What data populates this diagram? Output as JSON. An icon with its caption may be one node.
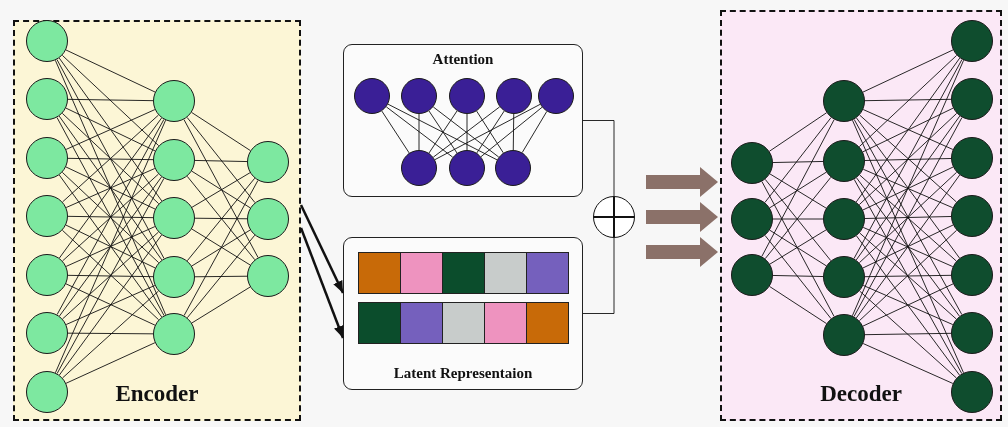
{
  "diagram": {
    "nodes": [
      {
        "text": [
          "Encoder"
        ]
      },
      {
        "text": [],
        "shape": "circle",
        "in": 0
      },
      {
        "text": [],
        "shape": "circle",
        "in": 0
      },
      {
        "text": [],
        "shape": "circle",
        "in": 0
      },
      {
        "text": [],
        "shape": "circle",
        "in": 0
      },
      {
        "text": [],
        "shape": "circle",
        "in": 0
      },
      {
        "text": [],
        "shape": "circle",
        "in": 0
      },
      {
        "text": [],
        "shape": "circle",
        "in": 0
      },
      {
        "text": [],
        "shape": "circle",
        "in": 0
      },
      {
        "text": [],
        "shape": "circle",
        "in": 0
      },
      {
        "text": [],
        "shape": "circle",
        "in": 0
      },
      {
        "text": [],
        "shape": "circle",
        "in": 0
      },
      {
        "text": [],
        "shape": "circle",
        "in": 0
      },
      {
        "text": [],
        "shape": "circle",
        "in": 0
      },
      {
        "text": [],
        "shape": "circle",
        "in": 0
      },
      {
        "text": [],
        "shape": "circle",
        "in": 0
      },
      {
        "text": [
          "Attention"
        ]
      },
      {
        "text": [],
        "shape": "circle",
        "in": 16
      },
      {
        "text": [],
        "shape": "circle",
        "in": 16
      },
      {
        "text": [],
        "shape": "circle",
        "in": 16
      },
      {
        "text": [],
        "shape": "circle",
        "in": 16
      },
      {
        "text": [],
        "shape": "circle",
        "in": 16
      },
      {
        "text": [],
        "shape": "circle",
        "in": 16
      },
      {
        "text": [],
        "shape": "circle",
        "in": 16
      },
      {
        "text": [],
        "shape": "circle",
        "in": 16
      },
      {
        "text": [
          "Latent Representaion"
        ]
      },
      {
        "text": [],
        "shape": "circle"
      },
      {
        "text": [
          "Decoder"
        ]
      },
      {
        "text": [],
        "shape": "circle",
        "in": 27
      },
      {
        "text": [],
        "shape": "circle",
        "in": 27
      },
      {
        "text": [],
        "shape": "circle",
        "in": 27
      },
      {
        "text": [],
        "shape": "circle",
        "in": 27
      },
      {
        "text": [],
        "shape": "circle",
        "in": 27
      },
      {
        "text": [],
        "shape": "circle",
        "in": 27
      },
      {
        "text": [],
        "shape": "circle",
        "in": 27
      },
      {
        "text": [],
        "shape": "circle",
        "in": 27
      },
      {
        "text": [],
        "shape": "circle",
        "in": 27
      },
      {
        "text": [],
        "shape": "circle",
        "in": 27
      },
      {
        "text": [],
        "shape": "circle",
        "in": 27
      },
      {
        "text": [],
        "shape": "circle",
        "in": 27
      },
      {
        "text": [],
        "shape": "circle",
        "in": 27
      },
      {
        "text": [],
        "shape": "circle",
        "in": 27
      },
      {
        "text": [],
        "shape": "circle",
        "in": 27
      }
    ],
    "edges": [
      {
        "from": 1,
        "to": 8,
        "arrow": "none"
      },
      {
        "from": 1,
        "to": 9,
        "arrow": "none"
      },
      {
        "from": 1,
        "to": 10,
        "arrow": "none"
      },
      {
        "from": 1,
        "to": 11,
        "arrow": "none"
      },
      {
        "from": 1,
        "to": 12,
        "arrow": "none"
      },
      {
        "from": 2,
        "to": 8,
        "arrow": "none"
      },
      {
        "from": 2,
        "to": 9,
        "arrow": "none"
      },
      {
        "from": 2,
        "to": 10,
        "arrow": "none"
      },
      {
        "from": 2,
        "to": 11,
        "arrow": "none"
      },
      {
        "from": 2,
        "to": 12,
        "arrow": "none"
      },
      {
        "from": 3,
        "to": 8,
        "arrow": "none"
      },
      {
        "from": 3,
        "to": 9,
        "arrow": "none"
      },
      {
        "from": 3,
        "to": 10,
        "arrow": "none"
      },
      {
        "from": 3,
        "to": 11,
        "arrow": "none"
      },
      {
        "from": 3,
        "to": 12,
        "arrow": "none"
      },
      {
        "from": 4,
        "to": 8,
        "arrow": "none"
      },
      {
        "from": 4,
        "to": 9,
        "arrow": "none"
      },
      {
        "from": 4,
        "to": 10,
        "arrow": "none"
      },
      {
        "from": 4,
        "to": 11,
        "arrow": "none"
      },
      {
        "from": 4,
        "to": 12,
        "arrow": "none"
      },
      {
        "from": 5,
        "to": 8,
        "arrow": "none"
      },
      {
        "from": 5,
        "to": 9,
        "arrow": "none"
      },
      {
        "from": 5,
        "to": 10,
        "arrow": "none"
      },
      {
        "from": 5,
        "to": 11,
        "arrow": "none"
      },
      {
        "from": 5,
        "to": 12,
        "arrow": "none"
      },
      {
        "from": 6,
        "to": 8,
        "arrow": "none"
      },
      {
        "from": 6,
        "to": 9,
        "arrow": "none"
      },
      {
        "from": 6,
        "to": 10,
        "arrow": "none"
      },
      {
        "from": 6,
        "to": 11,
        "arrow": "none"
      },
      {
        "from": 6,
        "to": 12,
        "arrow": "none"
      },
      {
        "from": 7,
        "to": 8,
        "arrow": "none"
      },
      {
        "from": 7,
        "to": 9,
        "arrow": "none"
      },
      {
        "from": 7,
        "to": 10,
        "arrow": "none"
      },
      {
        "from": 7,
        "to": 11,
        "arrow": "none"
      },
      {
        "from": 7,
        "to": 12,
        "arrow": "none"
      },
      {
        "from": 8,
        "to": 13,
        "arrow": "none"
      },
      {
        "from": 8,
        "to": 14,
        "arrow": "none"
      },
      {
        "from": 8,
        "to": 15,
        "arrow": "none"
      },
      {
        "from": 9,
        "to": 13,
        "arrow": "none"
      },
      {
        "from": 9,
        "to": 14,
        "arrow": "none"
      },
      {
        "from": 9,
        "to": 15,
        "arrow": "none"
      },
      {
        "from": 10,
        "to": 13,
        "arrow": "none"
      },
      {
        "from": 10,
        "to": 14,
        "arrow": "none"
      },
      {
        "from": 10,
        "to": 15,
        "arrow": "none"
      },
      {
        "from": 11,
        "to": 13,
        "arrow": "none"
      },
      {
        "from": 11,
        "to": 14,
        "arrow": "none"
      },
      {
        "from": 11,
        "to": 15,
        "arrow": "none"
      },
      {
        "from": 12,
        "to": 13,
        "arrow": "none"
      },
      {
        "from": 12,
        "to": 14,
        "arrow": "none"
      },
      {
        "from": 12,
        "to": 15,
        "arrow": "none"
      },
      {
        "from": 17,
        "to": 22,
        "arrow": "none"
      },
      {
        "from": 17,
        "to": 23,
        "arrow": "none"
      },
      {
        "from": 17,
        "to": 24,
        "arrow": "none"
      },
      {
        "from": 18,
        "to": 22,
        "arrow": "none"
      },
      {
        "from": 18,
        "to": 23,
        "arrow": "none"
      },
      {
        "from": 18,
        "to": 24,
        "arrow": "none"
      },
      {
        "from": 19,
        "to": 22,
        "arrow": "none"
      },
      {
        "from": 19,
        "to": 23,
        "arrow": "none"
      },
      {
        "from": 19,
        "to": 24,
        "arrow": "none"
      },
      {
        "from": 20,
        "to": 22,
        "arrow": "none"
      },
      {
        "from": 20,
        "to": 23,
        "arrow": "none"
      },
      {
        "from": 20,
        "to": 24,
        "arrow": "none"
      },
      {
        "from": 21,
        "to": 22,
        "arrow": "none"
      },
      {
        "from": 21,
        "to": 23,
        "arrow": "none"
      },
      {
        "from": 21,
        "to": 24,
        "arrow": "none"
      },
      {
        "from": 0,
        "to": 25,
        "arrow": "to",
        "style": "thick"
      },
      {
        "from": 0,
        "to": 25,
        "arrow": "to",
        "style": "thick"
      },
      {
        "from": 16,
        "to": 26,
        "arrow": "none"
      },
      {
        "from": 25,
        "to": 26,
        "arrow": "none"
      },
      {
        "from": null,
        "to": 27,
        "arrow": "to",
        "style": "thick",
        "color": "#8b7169"
      },
      {
        "from": 26,
        "to": 27,
        "arrow": "to",
        "style": "thick",
        "color": "#8b7169"
      },
      {
        "from": null,
        "to": 27,
        "arrow": "to",
        "style": "thick",
        "color": "#8b7169"
      },
      {
        "from": 28,
        "to": 31,
        "arrow": "none"
      },
      {
        "from": 28,
        "to": 32,
        "arrow": "none"
      },
      {
        "from": 28,
        "to": 33,
        "arrow": "none"
      },
      {
        "from": 28,
        "to": 34,
        "arrow": "none"
      },
      {
        "from": 28,
        "to": 35,
        "arrow": "none"
      },
      {
        "from": 29,
        "to": 31,
        "arrow": "none"
      },
      {
        "from": 29,
        "to": 32,
        "arrow": "none"
      },
      {
        "from": 29,
        "to": 33,
        "arrow": "none"
      },
      {
        "from": 29,
        "to": 34,
        "arrow": "none"
      },
      {
        "from": 29,
        "to": 35,
        "arrow": "none"
      },
      {
        "from": 30,
        "to": 31,
        "arrow": "none"
      },
      {
        "from": 30,
        "to": 32,
        "arrow": "none"
      },
      {
        "from": 30,
        "to": 33,
        "arrow": "none"
      },
      {
        "from": 30,
        "to": 34,
        "arrow": "none"
      },
      {
        "from": 30,
        "to": 35,
        "arrow": "none"
      },
      {
        "from": 31,
        "to": 36,
        "arrow": "none"
      },
      {
        "from": 31,
        "to": 37,
        "arrow": "none"
      },
      {
        "from": 31,
        "to": 38,
        "arrow": "none"
      },
      {
        "from": 31,
        "to": 39,
        "arrow": "none"
      },
      {
        "from": 31,
        "to": 40,
        "arrow": "none"
      },
      {
        "from": 31,
        "to": 41,
        "arrow": "none"
      },
      {
        "from": 31,
        "to": 42,
        "arrow": "none"
      },
      {
        "from": 32,
        "to": 36,
        "arrow": "none"
      },
      {
        "from": 32,
        "to": 37,
        "arrow": "none"
      },
      {
        "from": 32,
        "to": 38,
        "arrow": "none"
      },
      {
        "from": 32,
        "to": 39,
        "arrow": "none"
      },
      {
        "from": 32,
        "to": 40,
        "arrow": "none"
      },
      {
        "from": 32,
        "to": 41,
        "arrow": "none"
      },
      {
        "from": 32,
        "to": 42,
        "arrow": "none"
      },
      {
        "from": 33,
        "to": 36,
        "arrow": "none"
      },
      {
        "from": 33,
        "to": 37,
        "arrow": "none"
      },
      {
        "from": 33,
        "to": 38,
        "arrow": "none"
      },
      {
        "from": 33,
        "to": 39,
        "arrow": "none"
      },
      {
        "from": 33,
        "to": 40,
        "arrow": "none"
      },
      {
        "from": 33,
        "to": 41,
        "arrow": "none"
      },
      {
        "from": 33,
        "to": 42,
        "arrow": "none"
      },
      {
        "from": 34,
        "to": 36,
        "arrow": "none"
      },
      {
        "from": 34,
        "to": 37,
        "arrow": "none"
      },
      {
        "from": 34,
        "to": 38,
        "arrow": "none"
      },
      {
        "from": 34,
        "to": 39,
        "arrow": "none"
      },
      {
        "from": 34,
        "to": 40,
        "arrow": "none"
      },
      {
        "from": 34,
        "to": 41,
        "arrow": "none"
      },
      {
        "from": 34,
        "to": 42,
        "arrow": "none"
      },
      {
        "from": 35,
        "to": 36,
        "arrow": "none"
      },
      {
        "from": 35,
        "to": 37,
        "arrow": "none"
      },
      {
        "from": 35,
        "to": 38,
        "arrow": "none"
      },
      {
        "from": 35,
        "to": 39,
        "arrow": "none"
      },
      {
        "from": 35,
        "to": 40,
        "arrow": "none"
      },
      {
        "from": 35,
        "to": 41,
        "arrow": "none"
      },
      {
        "from": 35,
        "to": 42,
        "arrow": "none"
      }
    ]
  }
}
